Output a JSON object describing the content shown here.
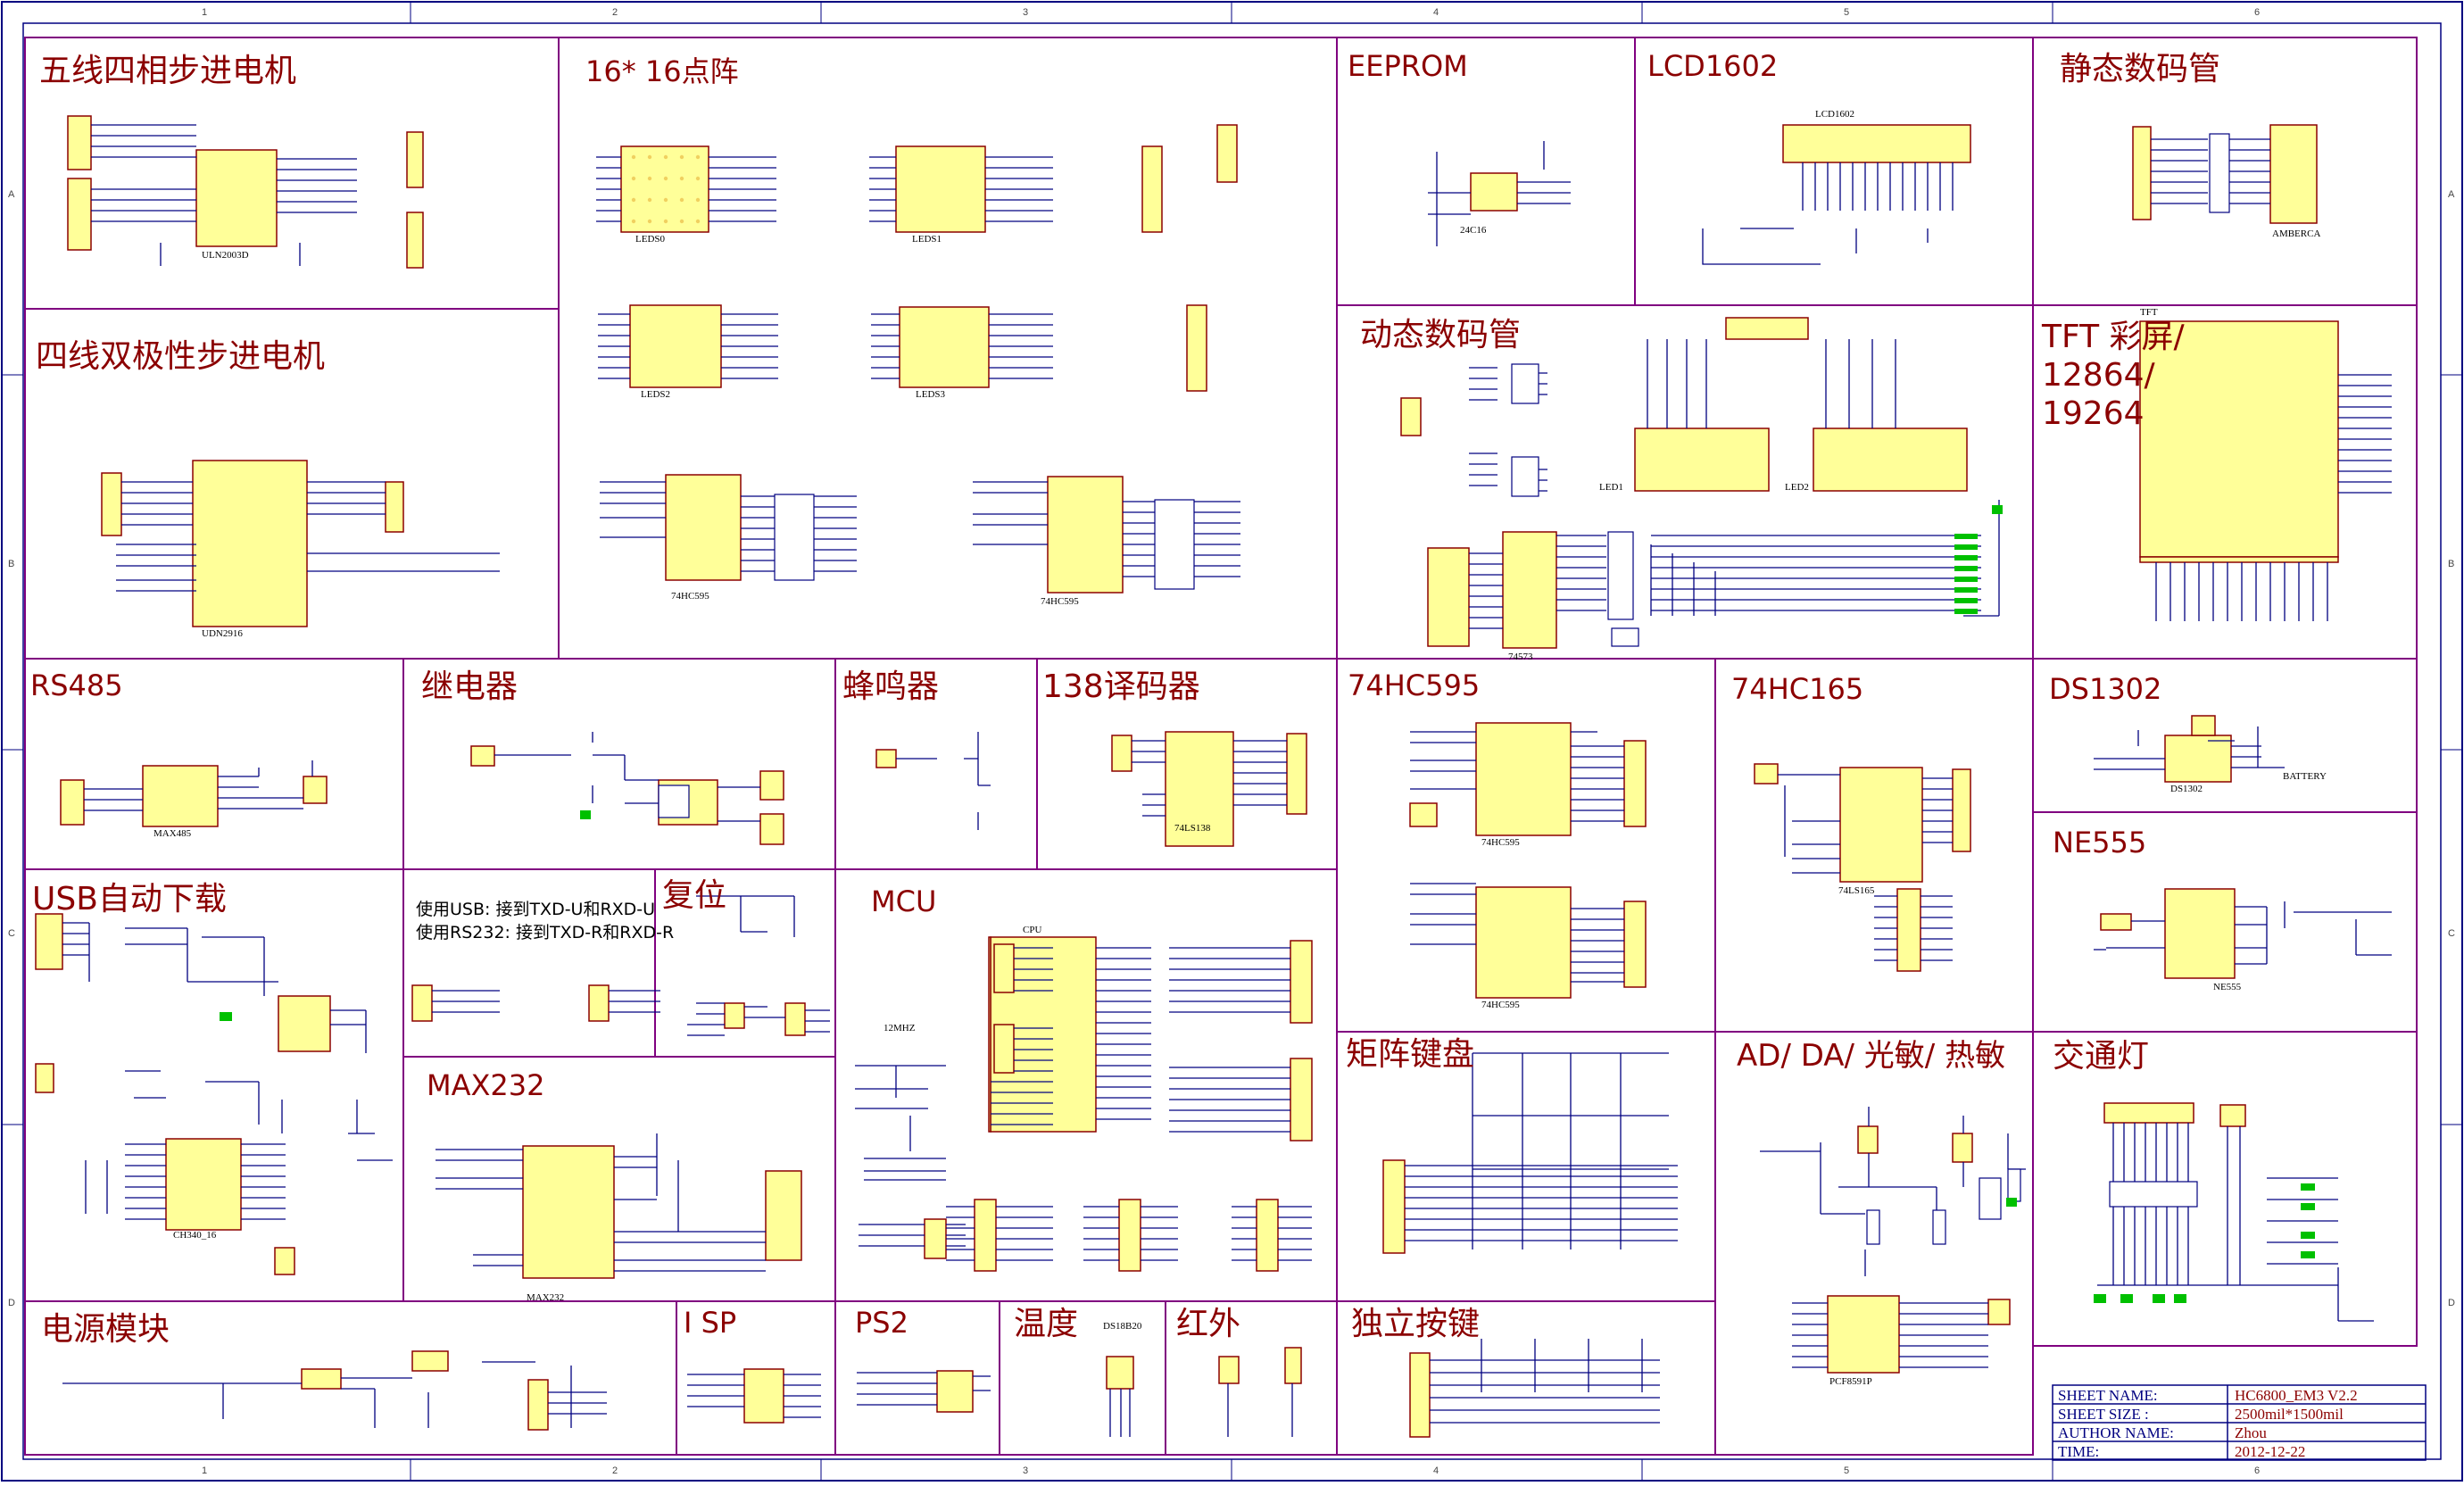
{
  "sections": {
    "stepper5": "五线四相步进电机",
    "matrix": "16* 16点阵",
    "eeprom": "EEPROM",
    "lcd1602": "LCD1602",
    "static_seg": "静态数码管",
    "stepper4": "四线双极性步进电机",
    "dynamic_seg": "动态数码管",
    "tft": "TFT 彩屏/ 12864/ 19264",
    "rs485": "RS485",
    "relay": "继电器",
    "buzzer": "蜂鸣器",
    "decoder138": "138译码器",
    "hc595": "74HC595",
    "hc165": "74HC165",
    "ds1302": "DS1302",
    "ne555": "NE555",
    "usb": "USB自动下载",
    "reset": "复位",
    "mcu": "MCU",
    "max232": "MAX232",
    "keypad": "矩阵键盘",
    "adda": "AD/ DA/ 光敏/ 热敏",
    "traffic": "交通灯",
    "power": "电源模块",
    "isp": "I SP",
    "ps2": "PS2",
    "temp": "温度",
    "ir": "红外",
    "keys": "独立按键"
  },
  "notes": {
    "usb_line": "使用USB: 接到TXD-U和RXD-U",
    "rs232_line": "使用RS232: 接到TXD-R和RXD-R"
  },
  "parts": {
    "u1": "24C16",
    "u15": "ULN2003D",
    "u14": "UDN2916",
    "u16": "74HC595",
    "u17": "74HC595",
    "u13": "74573",
    "lcd": "LCD1602",
    "ds1": "AMBERCA",
    "u9": "MAX485",
    "u11": "74LS138",
    "u3": "CH340_16",
    "u2": "MAX232",
    "cpu": "CPU",
    "u4": "74HC595",
    "u5": "74HC595",
    "u8": "74LS165",
    "u10": "NE555",
    "u7": "PCF8591P",
    "ds1302": "DS1302",
    "leds0": "LEDS0",
    "leds1": "LEDS1",
    "leds2": "LEDS2",
    "leds3": "LEDS3",
    "led1": "LED1",
    "led2": "LED2",
    "tft": "TFT",
    "crystal": "12MHZ",
    "battery": "BATTERY",
    "ds18b20": "DS18B20"
  },
  "title_block": {
    "sheet_name_label": "SHEET NAME:",
    "sheet_name": "HC6800_EM3 V2.2",
    "sheet_size_label": "SHEET SIZE :",
    "sheet_size": "2500mil*1500mil",
    "author_label": "AUTHOR NAME:",
    "author": "Zhou",
    "time_label": "TIME:",
    "time": "2012-12-22"
  },
  "ruler": {
    "cols": [
      "1",
      "2",
      "3",
      "4",
      "5",
      "6"
    ],
    "rows": [
      "A",
      "B",
      "C",
      "D"
    ]
  },
  "colors": {
    "frame": "#000080",
    "section_border": "#800080",
    "title_text": "#8b0000",
    "chip_fill": "#ffff99",
    "chip_border": "#8b0000",
    "wire": "#000080",
    "led_green": "#00c000"
  }
}
